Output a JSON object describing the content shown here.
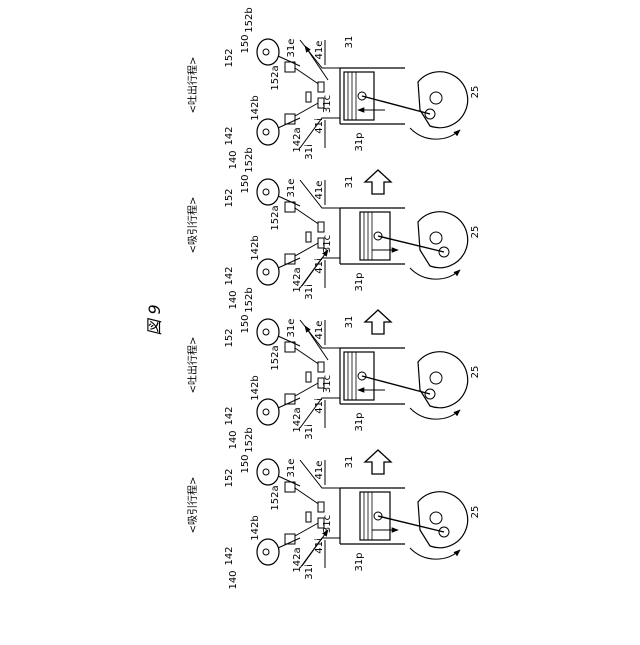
{
  "figure": {
    "caption": "図 9",
    "arrow_symbol": "⇧"
  },
  "panels": [
    {
      "stroke": "<吐出行程>",
      "labels": {
        "cam_in": "140",
        "cam_in_shaft": "142",
        "cam_in_a": "142a",
        "cam_in_b": "142b",
        "cam_ex": "150",
        "cam_ex_shaft": "152",
        "cam_ex_a": "152a",
        "cam_ex_b": "152b",
        "exhaust_port": "31e",
        "exhaust_valve": "41e",
        "cylinder": "31",
        "chamber": "31c",
        "intake_valve": "41i",
        "intake_port": "31i",
        "piston": "31p",
        "crank": "25"
      }
    },
    {
      "stroke": "<吸引行程>",
      "labels": {
        "cam_in": "140",
        "cam_in_shaft": "142",
        "cam_in_a": "142a",
        "cam_in_b": "142b",
        "cam_ex": "150",
        "cam_ex_shaft": "152",
        "cam_ex_a": "152a",
        "cam_ex_b": "152b",
        "exhaust_port": "31e",
        "exhaust_valve": "41e",
        "cylinder": "31",
        "chamber": "31c",
        "intake_valve": "41i",
        "intake_port": "31i",
        "piston": "31p",
        "crank": "25"
      }
    },
    {
      "stroke": "<吐出行程>",
      "labels": {
        "cam_in": "140",
        "cam_in_shaft": "142",
        "cam_in_a": "142a",
        "cam_in_b": "142b",
        "cam_ex": "150",
        "cam_ex_shaft": "152",
        "cam_ex_a": "152a",
        "cam_ex_b": "152b",
        "exhaust_port": "31e",
        "exhaust_valve": "41e",
        "cylinder": "31",
        "chamber": "31c",
        "intake_valve": "41i",
        "intake_port": "31i",
        "piston": "31p",
        "crank": "25"
      }
    },
    {
      "stroke": "<吸引行程>",
      "labels": {
        "cam_in": "140",
        "cam_in_shaft": "142",
        "cam_in_a": "142a",
        "cam_in_b": "142b",
        "cam_ex": "150",
        "cam_ex_shaft": "152",
        "cam_ex_a": "152a",
        "cam_ex_b": "152b",
        "exhaust_port": "31e",
        "exhaust_valve": "41e",
        "cylinder": "31",
        "chamber": "31c",
        "intake_valve": "41i",
        "intake_port": "31i",
        "piston": "31p",
        "crank": "25"
      }
    }
  ]
}
